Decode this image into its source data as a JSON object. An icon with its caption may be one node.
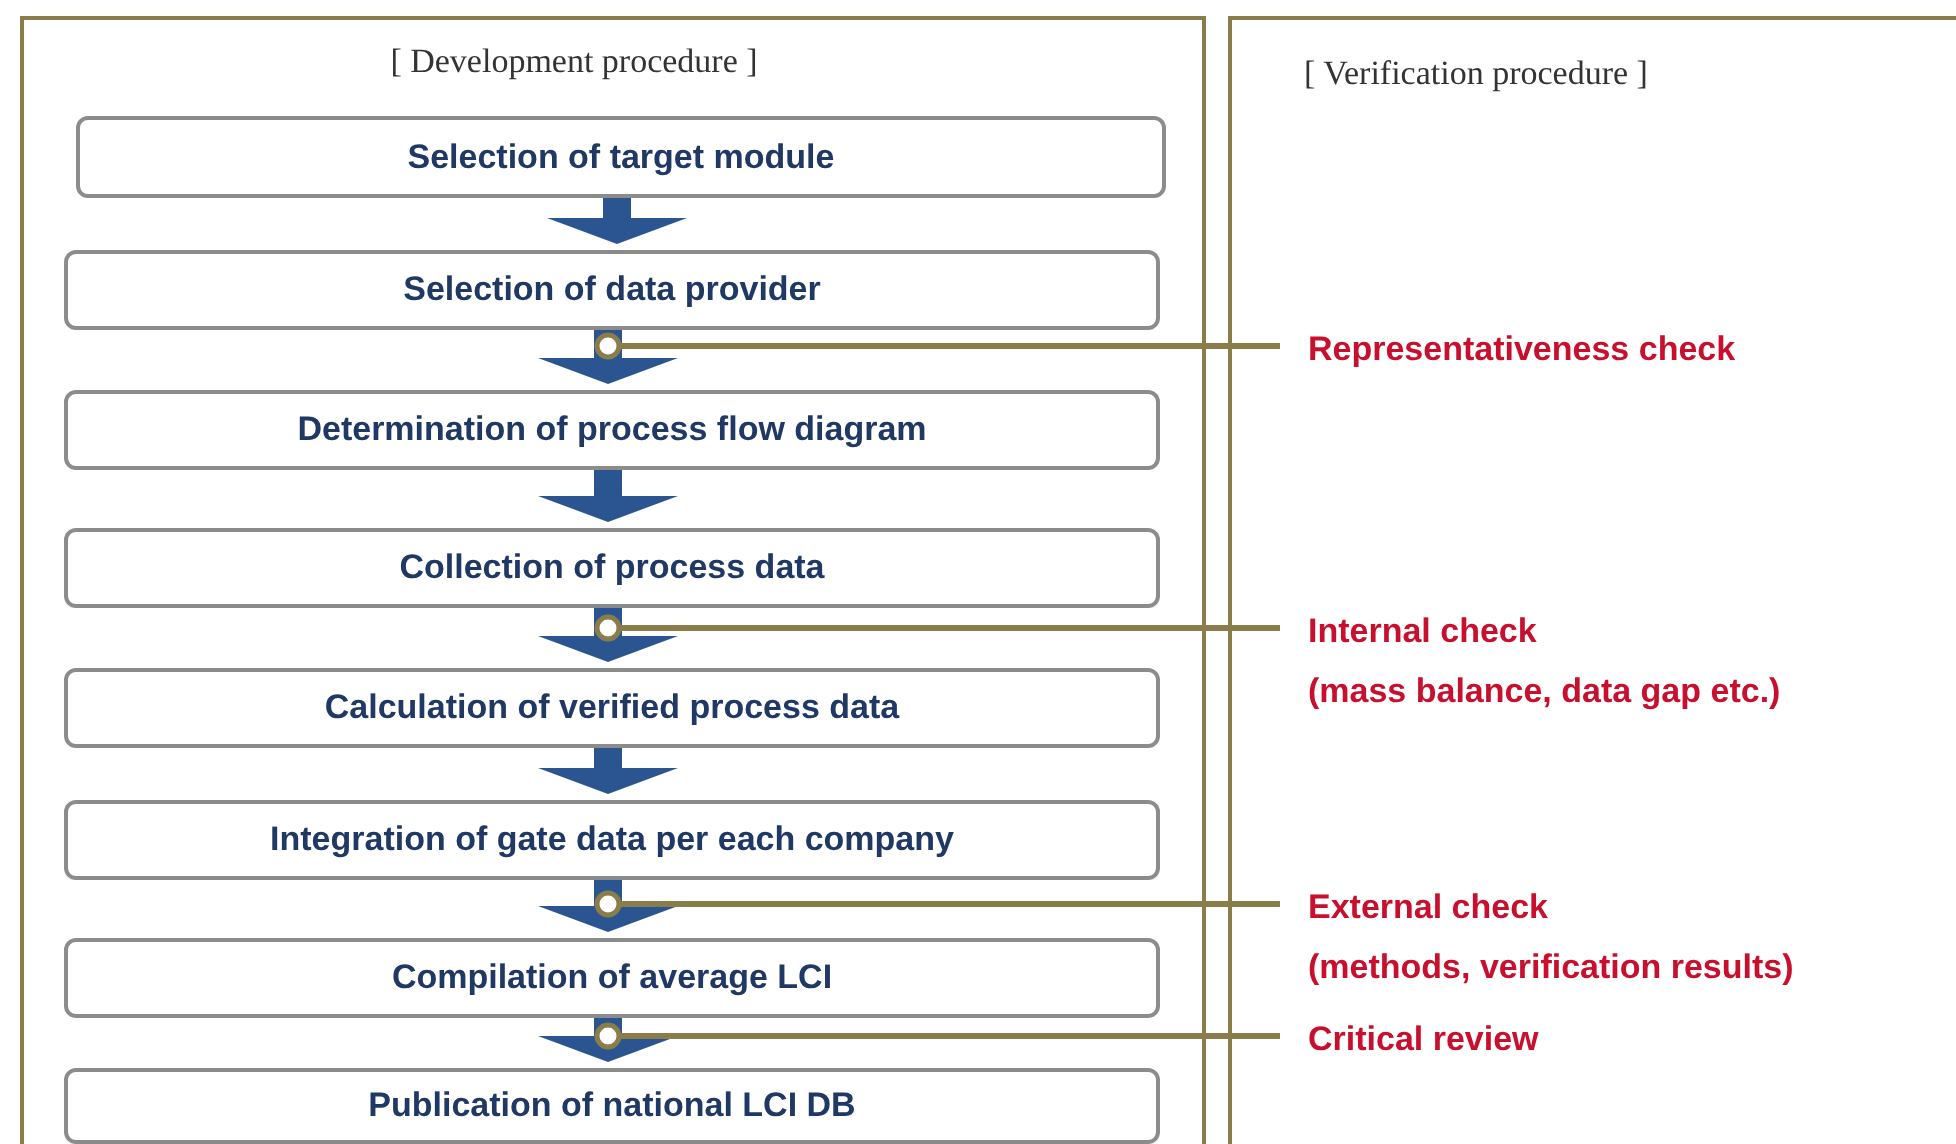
{
  "diagram": {
    "nodes": [
      {
        "text": [
          "[ Development procedure ]"
        ]
      },
      {
        "text": [
          "[ Verification procedure ]"
        ]
      },
      {
        "text": [
          "Selection of target module"
        ],
        "in": 0
      },
      {
        "text": [
          "Selection of data provider"
        ],
        "in": 0
      },
      {
        "text": [
          "Determination of process flow diagram"
        ],
        "in": 0
      },
      {
        "text": [
          "Collection of process data"
        ],
        "in": 0
      },
      {
        "text": [
          "Calculation of verified process data"
        ],
        "in": 0
      },
      {
        "text": [
          "Integration of gate data per each company"
        ],
        "in": 0
      },
      {
        "text": [
          "Compilation of average LCI"
        ],
        "in": 0
      },
      {
        "text": [
          "Publication of national LCI DB"
        ],
        "in": 0
      },
      {
        "text": [
          "Representativeness check"
        ],
        "in": 1
      },
      {
        "text": [
          "Internal check",
          "(mass balance, data gap etc.)"
        ],
        "in": 1
      },
      {
        "text": [
          "External check",
          "(methods, verification results)"
        ],
        "in": 1
      },
      {
        "text": [
          "Critical review"
        ],
        "in": 1
      }
    ],
    "edges": [
      {
        "from": 2,
        "to": 3,
        "arrow": "to"
      },
      {
        "from": 3,
        "to": 4,
        "arrow": "to"
      },
      {
        "from": 4,
        "to": 5,
        "arrow": "to"
      },
      {
        "from": 5,
        "to": 6,
        "arrow": "to"
      },
      {
        "from": 6,
        "to": 7,
        "arrow": "to"
      },
      {
        "from": 7,
        "to": 8,
        "arrow": "to"
      },
      {
        "from": 8,
        "to": 9,
        "arrow": "to"
      },
      {
        "from": 10,
        "to": 3,
        "arrow": "other",
        "color": "#8b7d4a"
      },
      {
        "from": 11,
        "to": 5,
        "arrow": "other",
        "color": "#8b7d4a"
      },
      {
        "from": 12,
        "to": 7,
        "arrow": "other",
        "color": "#8b7d4a"
      },
      {
        "from": 13,
        "to": 9,
        "arrow": "other",
        "color": "#8b7d4a"
      }
    ]
  }
}
